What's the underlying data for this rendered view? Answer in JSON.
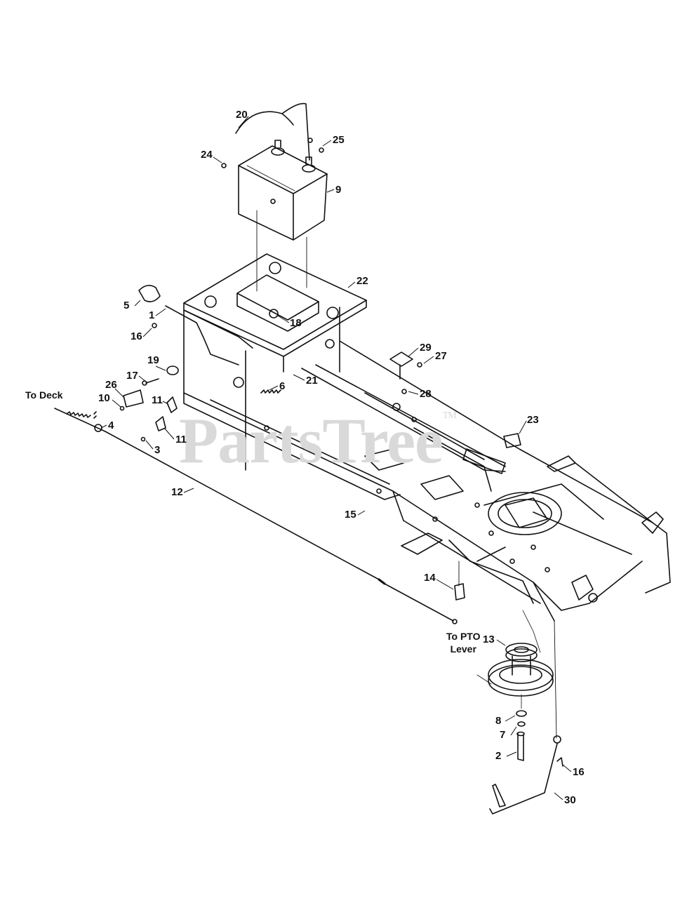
{
  "watermark": {
    "text": "PartsTree",
    "mark": "TM"
  },
  "notes": {
    "to_deck": "To Deck",
    "to_pto_line1": "To PTO",
    "to_pto_line2": "Lever"
  },
  "callouts": {
    "c1": "1",
    "c2": "2",
    "c3": "3",
    "c4": "4",
    "c5": "5",
    "c6": "6",
    "c7": "7",
    "c8": "8",
    "c9": "9",
    "c10": "10",
    "c11a": "11",
    "c11b": "11",
    "c12": "12",
    "c13": "13",
    "c14": "14",
    "c15": "15",
    "c16a": "16",
    "c16b": "16",
    "c17": "17",
    "c18": "18",
    "c19": "19",
    "c20": "20",
    "c21": "21",
    "c22": "22",
    "c23": "23",
    "c24": "24",
    "c25": "25",
    "c26": "26",
    "c27": "27",
    "c28": "28",
    "c29": "29",
    "c30": "30"
  }
}
